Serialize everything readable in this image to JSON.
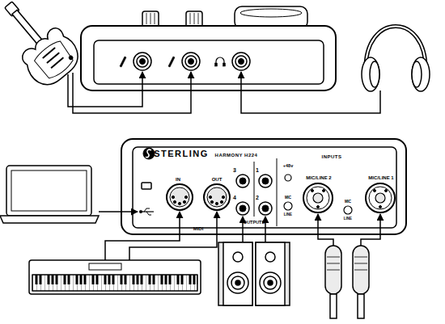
{
  "diagram": {
    "labels": [
      "STERLING",
      "HARMONY H224",
      "INPUTS",
      "IN",
      "OUT",
      "MIDI",
      "3",
      "1",
      "+48v",
      "4",
      "2",
      "MIC",
      "LINE",
      "OUTPUTS",
      "MIC/LINE 2",
      "MIC",
      "LINE",
      "MIC/LINE 1"
    ]
  }
}
